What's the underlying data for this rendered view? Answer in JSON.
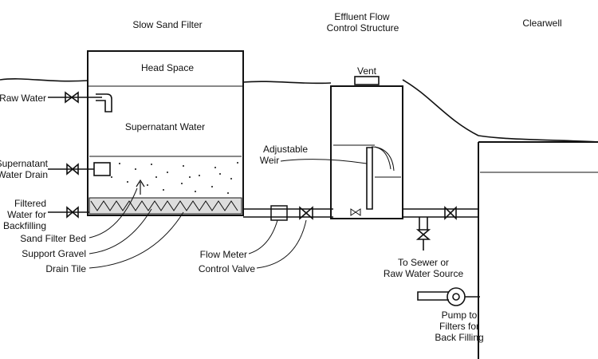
{
  "labels": {
    "slow_sand_filter": "Slow Sand Filter",
    "effluent_line1": "Effluent Flow",
    "effluent_line2": "Control Structure",
    "clearwell": "Clearwell",
    "head_space": "Head Space",
    "supernatant_water": "Supernatant Water",
    "vent": "Vent",
    "raw_water": "Raw Water",
    "supernatant_drain_line1": "Supernatant",
    "supernatant_drain_line2": "Water Drain",
    "filtered_line1": "Filtered",
    "filtered_line2": "Water for",
    "filtered_line3": "Backfilling",
    "sand_filter_bed": "Sand Filter Bed",
    "support_gravel": "Support Gravel",
    "drain_tile": "Drain Tile",
    "adjustable_weir_line1": "Adjustable",
    "adjustable_weir_line2": "Weir",
    "flow_meter": "Flow Meter",
    "control_valve": "Control Valve",
    "to_sewer_line1": "To Sewer or",
    "to_sewer_line2": "Raw Water Source",
    "pump_line1": "Pump to",
    "pump_line2": "Filters for",
    "pump_line3": "Back Filling"
  }
}
